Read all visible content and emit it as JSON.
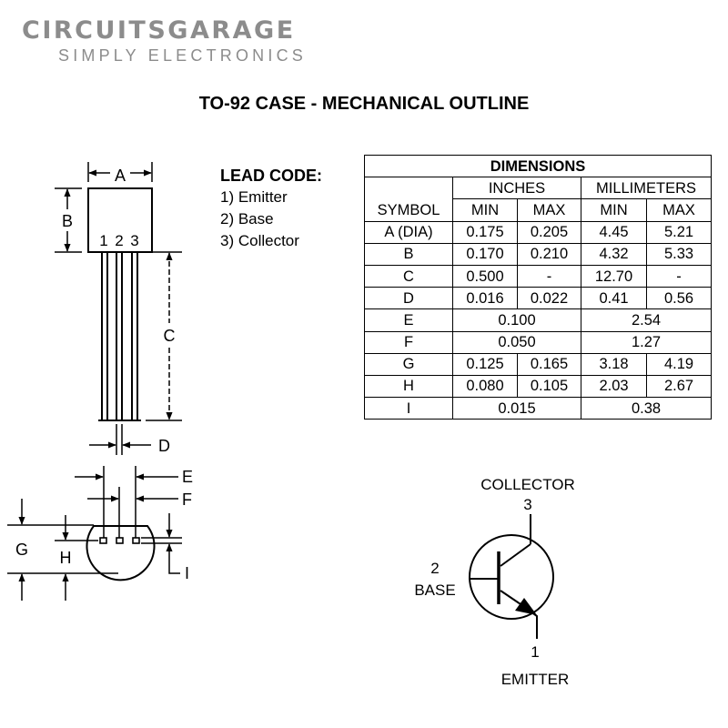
{
  "logo": {
    "brand": "CIRCUITSGARAGE",
    "tagline": "SIMPLY ELECTRONICS"
  },
  "title": "TO-92 CASE - MECHANICAL OUTLINE",
  "lead_code": {
    "header": "LEAD CODE:",
    "items": [
      "1) Emitter",
      "2) Base",
      "3) Collector"
    ]
  },
  "table": {
    "title": "DIMENSIONS",
    "symbol_header": "SYMBOL",
    "group_inches": "INCHES",
    "group_mm": "MILLIMETERS",
    "min": "MIN",
    "max": "MAX",
    "rows": [
      {
        "symbol": "A (DIA)",
        "in_min": "0.175",
        "in_max": "0.205",
        "mm_min": "4.45",
        "mm_max": "5.21"
      },
      {
        "symbol": "B",
        "in_min": "0.170",
        "in_max": "0.210",
        "mm_min": "4.32",
        "mm_max": "5.33"
      },
      {
        "symbol": "C",
        "in_min": "0.500",
        "in_max": "-",
        "mm_min": "12.70",
        "mm_max": "-"
      },
      {
        "symbol": "D",
        "in_min": "0.016",
        "in_max": "0.022",
        "mm_min": "0.41",
        "mm_max": "0.56"
      },
      {
        "symbol": "E",
        "in_nom": "0.100",
        "mm_nom": "2.54"
      },
      {
        "symbol": "F",
        "in_nom": "0.050",
        "mm_nom": "1.27"
      },
      {
        "symbol": "G",
        "in_min": "0.125",
        "in_max": "0.165",
        "mm_min": "3.18",
        "mm_max": "4.19"
      },
      {
        "symbol": "H",
        "in_min": "0.080",
        "in_max": "0.105",
        "mm_min": "2.03",
        "mm_max": "2.67"
      },
      {
        "symbol": "I",
        "in_nom": "0.015",
        "mm_nom": "0.38"
      }
    ]
  },
  "outline_labels": {
    "A": "A",
    "B": "B",
    "C": "C",
    "D": "D",
    "E": "E",
    "F": "F",
    "G": "G",
    "H": "H",
    "I": "I",
    "pin1": "1",
    "pin2": "2",
    "pin3": "3"
  },
  "symbol": {
    "collector": "COLLECTOR",
    "collector_pin": "3",
    "base": "BASE",
    "base_pin": "2",
    "emitter": "EMITTER",
    "emitter_pin": "1"
  },
  "colors": {
    "logo": "#8c8c8c",
    "ink": "#000000"
  }
}
